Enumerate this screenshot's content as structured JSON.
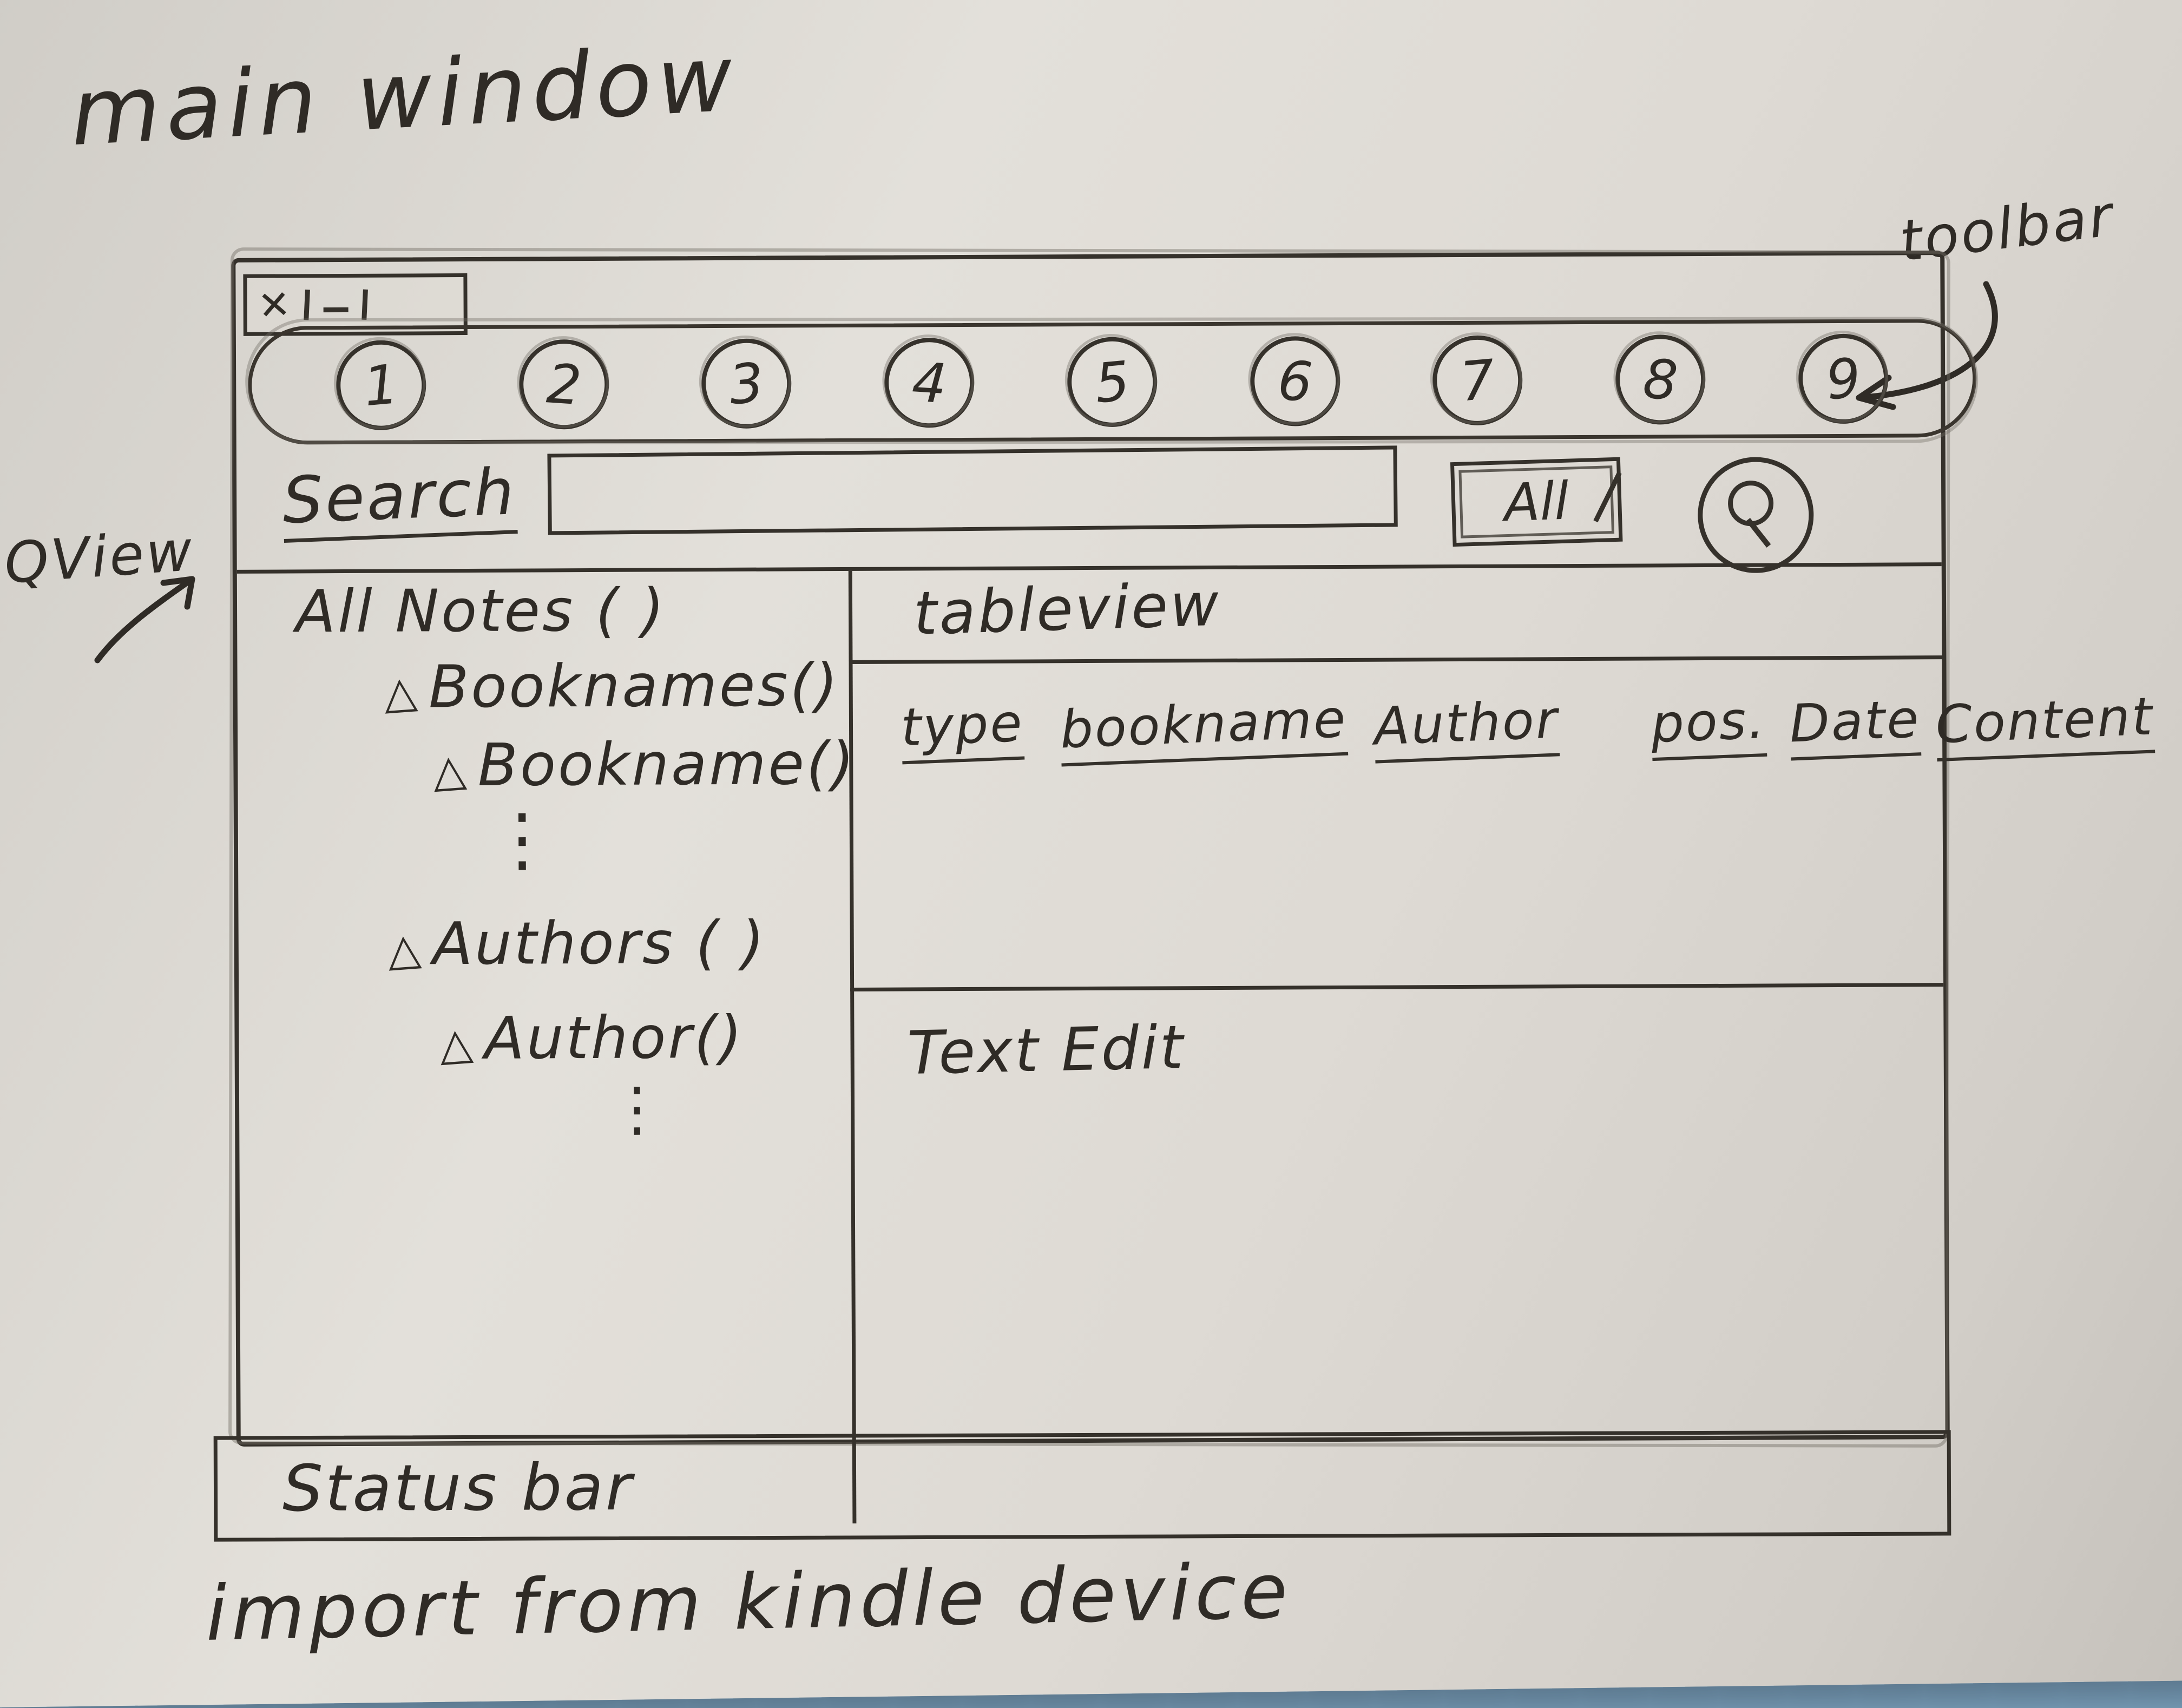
{
  "annotations": {
    "page_title": "main window",
    "toolbar_label": "toolbar",
    "qview_label": "QView",
    "bottom_note": "import from kindle device"
  },
  "window": {
    "titlebar": {
      "close_icon": "✕"
    },
    "toolbar": {
      "buttons": [
        "1",
        "2",
        "3",
        "4",
        "5",
        "6",
        "7",
        "8",
        "9"
      ]
    },
    "search": {
      "label": "Search",
      "value": "",
      "filter_button_label": "All"
    },
    "tree": {
      "items": [
        {
          "bullet": "",
          "label": "All Notes ( )"
        },
        {
          "bullet": "△",
          "label": "Booknames()"
        },
        {
          "bullet": "△",
          "label": "Bookname()"
        },
        {
          "bullet": "",
          "label": "⋮"
        },
        {
          "bullet": "△",
          "label": "Authors ( )"
        },
        {
          "bullet": "△",
          "label": "Author()"
        },
        {
          "bullet": "",
          "label": "⋮"
        }
      ]
    },
    "tableview": {
      "label": "tableview",
      "columns": [
        "type",
        "bookname",
        "Author",
        "pos.",
        "Date",
        "Content"
      ]
    },
    "texteedit_label": "Text Edit",
    "statusbar_label": "Status bar"
  },
  "colors": {
    "ink": "#2f2b26",
    "pencil": "#8b877f",
    "paper": "#ddd9d3",
    "table_blue": "#7fa6c2"
  }
}
